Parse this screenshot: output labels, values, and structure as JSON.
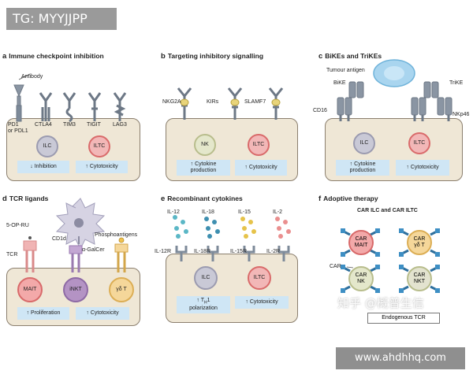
{
  "tag_text": "TG: MYYJJPP",
  "footer_url": "www.ahdhhq.com",
  "watermark": "知乎 @概普生信",
  "panels": {
    "a": {
      "letter": "a",
      "title": "Immune checkpoint inhibition",
      "antibody": "Antibody",
      "receptors": [
        "PD1",
        "or PDL1",
        "CTLA4",
        "TIM3",
        "TIGIT",
        "LAG3"
      ],
      "cell_ilc": "ILC",
      "cell_iltc": "ILTC",
      "box_left": "↓ Inhibition",
      "box_right": "↑ Cytotoxicity"
    },
    "b": {
      "letter": "b",
      "title": "Targeting inhibitory signalling",
      "receptors": [
        "NKG2A",
        "KIRs",
        "SLAMF7"
      ],
      "cell_nk": "NK",
      "cell_iltc": "ILTC",
      "box_left_1": "↑ Cytokine",
      "box_left_2": "production",
      "box_right": "↑ Cytotoxicity"
    },
    "c": {
      "letter": "c",
      "title": "BiKEs and TriKEs",
      "tumour": "Tumour antigen",
      "bike": "BiKE",
      "trike": "TriKE",
      "cd16": "CD16",
      "nkp46": "NKp46",
      "cell_ilc": "ILC",
      "cell_iltc": "ILTC",
      "box_left_1": "↑ Cytokine",
      "box_left_2": "production",
      "box_right": "↑ Cytotoxicity"
    },
    "d": {
      "letter": "d",
      "title": "TCR ligands",
      "op_ru": "5-OP-RU",
      "tcr": "TCR",
      "cd1d": "CD1d",
      "galcer": "α-GalCer",
      "phospho": "Phosphoantigens",
      "cell_mait": "MAIT",
      "cell_inkt": "iNKT",
      "cell_gd": "γδ T",
      "box_left": "↑ Proliferation",
      "box_right": "↑ Cytotoxicity"
    },
    "e": {
      "letter": "e",
      "title": "Recombinant cytokines",
      "cytokines": [
        "IL-12",
        "IL-18",
        "IL-15",
        "IL-2"
      ],
      "receptors": [
        "IL-12R",
        "IL-18R",
        "IL-15R",
        "IL-2R"
      ],
      "cell_ilc": "ILC",
      "cell_iltc": "ILTC",
      "box_left_1": "↑ T",
      "box_left_sub": "H",
      "box_left_1b": "1",
      "box_left_2": "polarization",
      "box_right": "↑ Cytotoxicity"
    },
    "f": {
      "letter": "f",
      "title": "Adoptive therapy",
      "subtitle": "CAR ILC and CAR ILTC",
      "car_label": "CAR",
      "endogenous": "Endogenous TCR",
      "cells": [
        {
          "l1": "CAR",
          "l2": "MAIT"
        },
        {
          "l1": "CAR",
          "l2": "γδ T"
        },
        {
          "l1": "CAR",
          "l2": "NK"
        },
        {
          "l1": "CAR",
          "l2": "NKT"
        }
      ]
    }
  },
  "colors": {
    "cell_bg": "#efe7d6",
    "effect_box": "#cfe6f5",
    "receptor": "#7d8a99",
    "cytokine_il12": "#5bb7c6",
    "cytokine_il18": "#3e8fb0",
    "cytokine_il15": "#e6c34a",
    "cytokine_il2": "#ea8f8f"
  }
}
